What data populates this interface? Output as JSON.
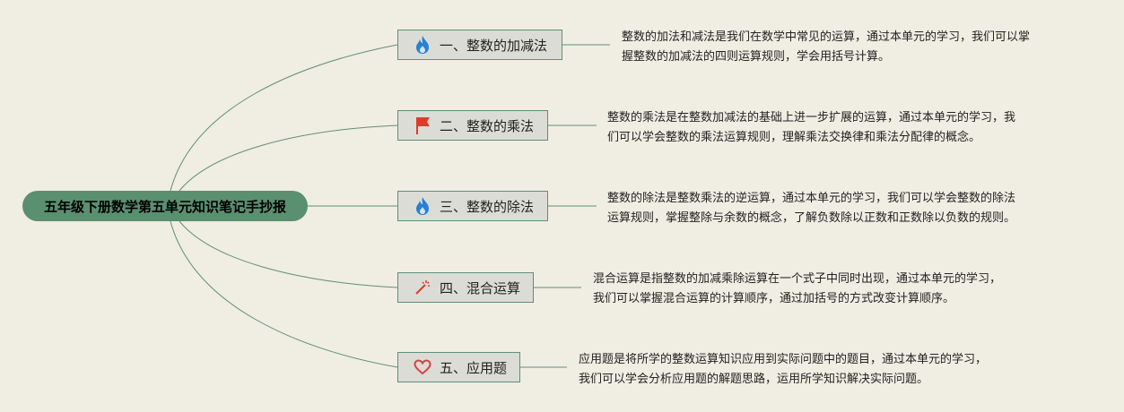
{
  "root": {
    "label": "五年级下册数学第五单元知识笔记手抄报"
  },
  "branches": [
    {
      "icon": "fire-icon",
      "label": "一、整数的加减法",
      "desc": [
        "整数的加法和减法是我们在数学中常见的运算，通过本单元的学习，我们可以掌",
        "握整数的加减法的四则运算规则，学会用括号计算。"
      ]
    },
    {
      "icon": "flag-icon",
      "label": "二、整数的乘法",
      "desc": [
        "整数的乘法是在整数加减法的基础上进一步扩展的运算，通过本单元的学习，我",
        "们可以学会整数的乘法运算规则，理解乘法交换律和乘法分配律的概念。"
      ]
    },
    {
      "icon": "fire-icon",
      "label": "三、整数的除法",
      "desc": [
        "整数的除法是整数乘法的逆运算，通过本单元的学习，我们可以学会整数的除法",
        "运算规则，掌握整除与余数的概念，了解负数除以正数和正数除以负数的规则。"
      ]
    },
    {
      "icon": "magic-wand-icon",
      "label": "四、混合运算",
      "desc": [
        "混合运算是指整数的加减乘除运算在一个式子中同时出现，通过本单元的学习，",
        "我们可以掌握混合运算的计算顺序，通过加括号的方式改变计算顺序。"
      ]
    },
    {
      "icon": "heart-icon",
      "label": "五、应用题",
      "desc": [
        "应用题是将所学的整数运算知识应用到实际问题中的题目，通过本单元的学习，",
        "我们可以学会分析应用题的解题思路，运用所学知识解决实际问题。"
      ]
    }
  ],
  "colors": {
    "background": "#f0ede2",
    "root_fill": "#5a8f70",
    "connector": "#5f8f78",
    "node_fill": "#dcdcd6",
    "fire": "#2a7fd4",
    "flag": "#e23a2a",
    "heart": "#d94040"
  }
}
